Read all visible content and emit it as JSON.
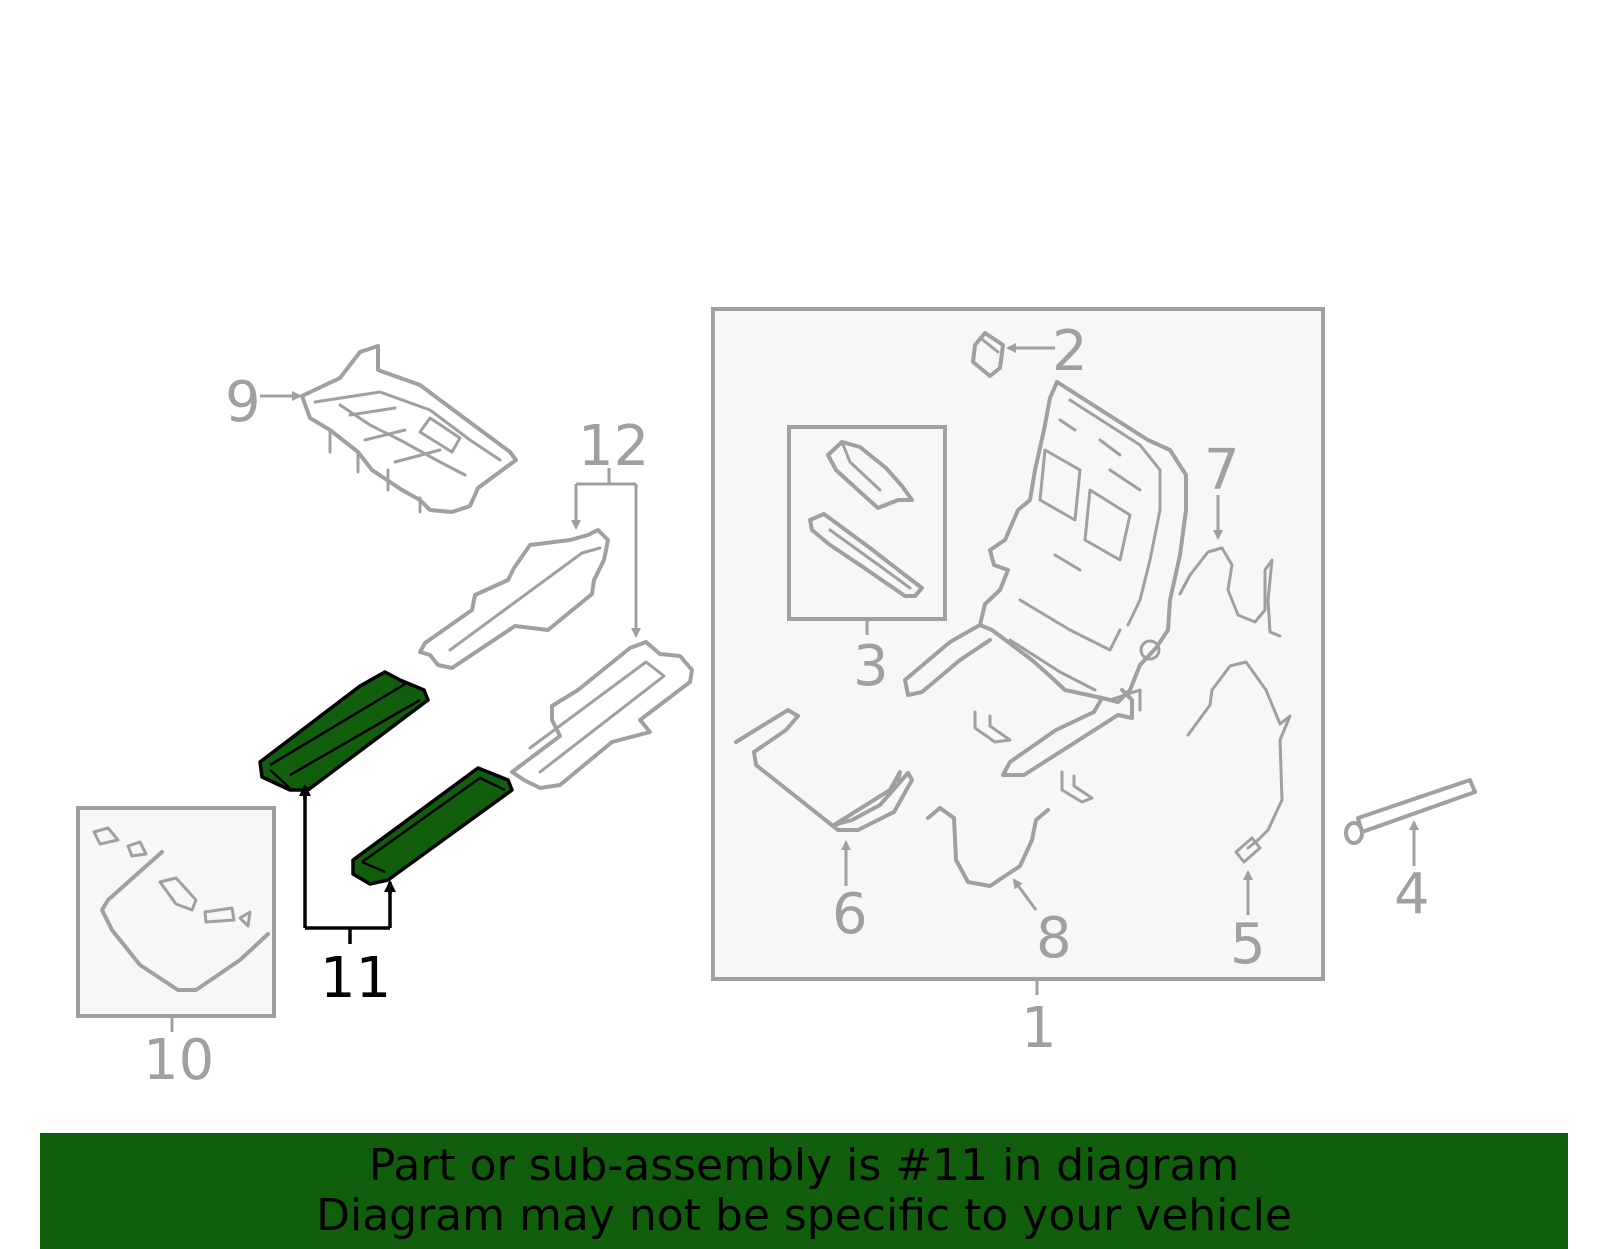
{
  "callouts": {
    "c1": "1",
    "c2": "2",
    "c3": "3",
    "c4": "4",
    "c5": "5",
    "c6": "6",
    "c7": "7",
    "c8": "8",
    "c9": "9",
    "c10": "10",
    "c11": "11",
    "c12": "12"
  },
  "highlight_callout": "11",
  "colors": {
    "highlight": "#115e0d",
    "part_stroke": "#a0a0a0",
    "box_fill": "#f7f7f7"
  },
  "banner": {
    "line1": "Part or sub-assembly is #11 in diagram",
    "line2": "Diagram may not be specific to your vehicle"
  }
}
